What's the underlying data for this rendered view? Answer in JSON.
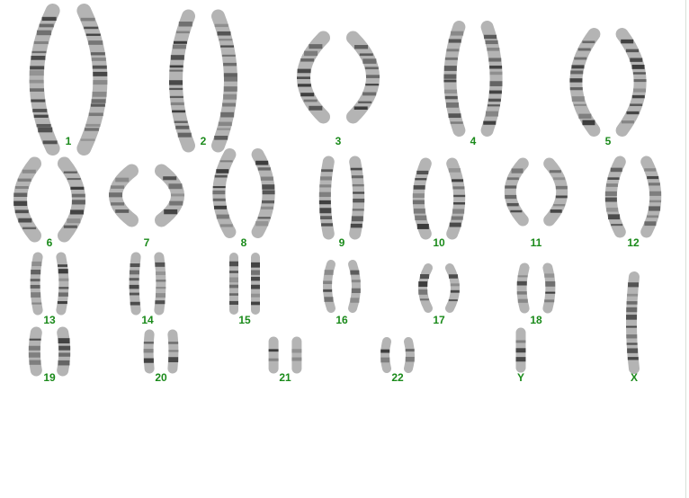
{
  "karyotype": {
    "label_color": "#1a8a1a",
    "chromosomes": [
      {
        "label": "1",
        "count": 2
      },
      {
        "label": "2",
        "count": 2
      },
      {
        "label": "3",
        "count": 2
      },
      {
        "label": "4",
        "count": 2
      },
      {
        "label": "5",
        "count": 2
      },
      {
        "label": "6",
        "count": 2
      },
      {
        "label": "7",
        "count": 2
      },
      {
        "label": "8",
        "count": 2
      },
      {
        "label": "9",
        "count": 2
      },
      {
        "label": "10",
        "count": 2
      },
      {
        "label": "11",
        "count": 2
      },
      {
        "label": "12",
        "count": 2
      },
      {
        "label": "13",
        "count": 2
      },
      {
        "label": "14",
        "count": 2
      },
      {
        "label": "15",
        "count": 2
      },
      {
        "label": "16",
        "count": 2
      },
      {
        "label": "17",
        "count": 2
      },
      {
        "label": "18",
        "count": 2
      },
      {
        "label": "19",
        "count": 2
      },
      {
        "label": "20",
        "count": 2
      },
      {
        "label": "21",
        "count": 2
      },
      {
        "label": "22",
        "count": 2
      },
      {
        "label": "Y",
        "count": 1
      },
      {
        "label": "X",
        "count": 1
      }
    ]
  }
}
